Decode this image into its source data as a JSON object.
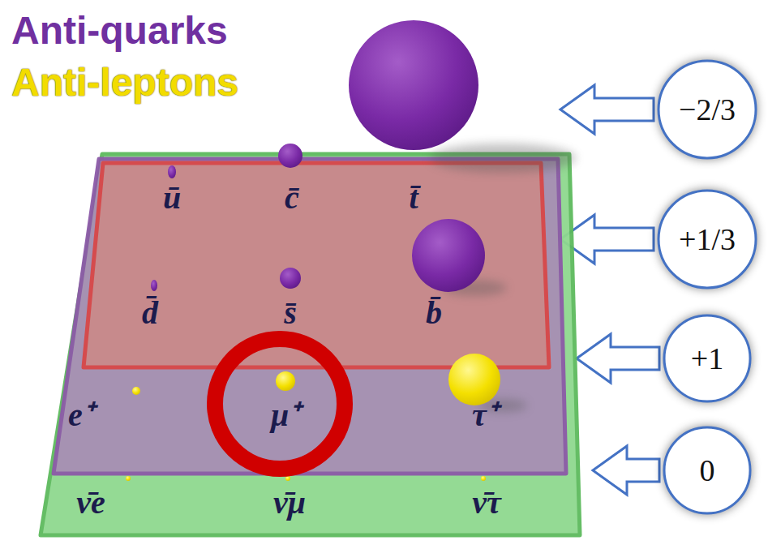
{
  "diagram": {
    "nodes": [
      {
        "text": [
          "ν̄e",
          "ν̄μ",
          "ν̄τ"
        ]
      },
      {
        "text": [
          "e⁺",
          "μ⁺",
          "τ⁺"
        ],
        "in": 0
      },
      {
        "text": [
          "ū",
          "c̄",
          "t̄",
          "d̄",
          "s̄",
          "b̄"
        ],
        "in": 1
      },
      {
        "text": [
          "−2/3"
        ]
      },
      {
        "text": [
          "+1/3"
        ]
      },
      {
        "text": [
          "+1"
        ]
      },
      {
        "text": [
          "0"
        ]
      }
    ],
    "edges": [
      {
        "from": 3,
        "to": 2,
        "arrow": "to"
      },
      {
        "from": 4,
        "to": 2,
        "arrow": "to"
      },
      {
        "from": 5,
        "to": 1,
        "arrow": "to"
      },
      {
        "from": 6,
        "to": 0,
        "arrow": "to"
      }
    ],
    "labels": [
      "Anti-quarks",
      "Anti-leptons"
    ]
  }
}
